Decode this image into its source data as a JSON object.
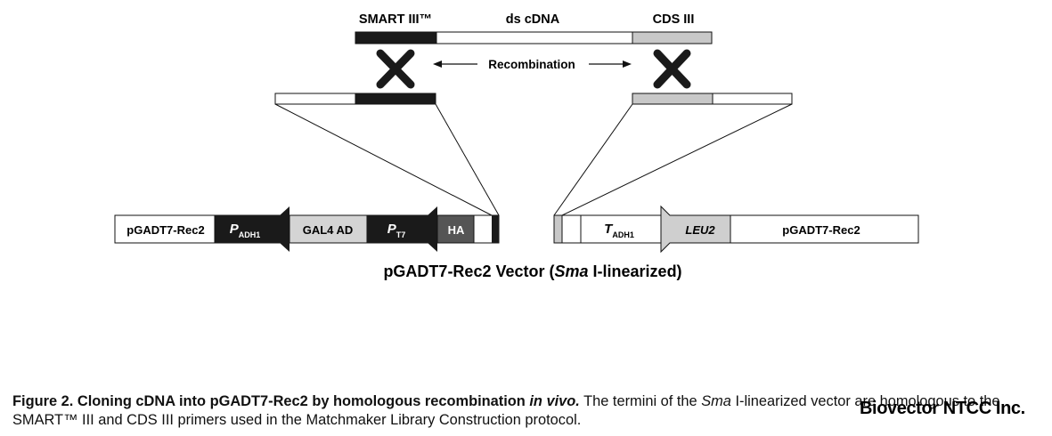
{
  "labels": {
    "smart": "SMART III™",
    "ds_cdna": "ds cDNA",
    "cds": "CDS III",
    "recombination": "Recombination",
    "vector_left": "pGADT7-Rec2",
    "vector_right": "pGADT7-Rec2",
    "p_adh1_main": "P",
    "p_adh1_sub": "ADH1",
    "gal4ad": "GAL4 AD",
    "p_t7_main": "P",
    "p_t7_sub": "T7",
    "ha": "HA",
    "t_adh1_main": "T",
    "t_adh1_sub": "ADH1",
    "leu2": "LEU2",
    "vector_title_pre": "pGADT7-Rec2 Vector (",
    "vector_title_italic": "Sma",
    "vector_title_post": " I-linearized)"
  },
  "caption": {
    "bold_part": "Figure 2. Cloning cDNA into pGADT7-Rec2 by homologous recombination ",
    "bold_italic_part": "in vivo.",
    "text_part1": " The termini of the ",
    "italic_part": "Sma",
    "text_part2": " I-linearized vector are homologous to the SMART™ III and CDS III primers used in the Matchmaker Library Construction protocol."
  },
  "watermark": "Biovector NTCC Inc.",
  "colors": {
    "smart_segment": "#1a1a1a",
    "cds_segment": "#c8c8c8",
    "gal4_segment": "#d4d4d4",
    "ha_segment": "#555555",
    "leu2_arrow": "#cfcfcf"
  }
}
